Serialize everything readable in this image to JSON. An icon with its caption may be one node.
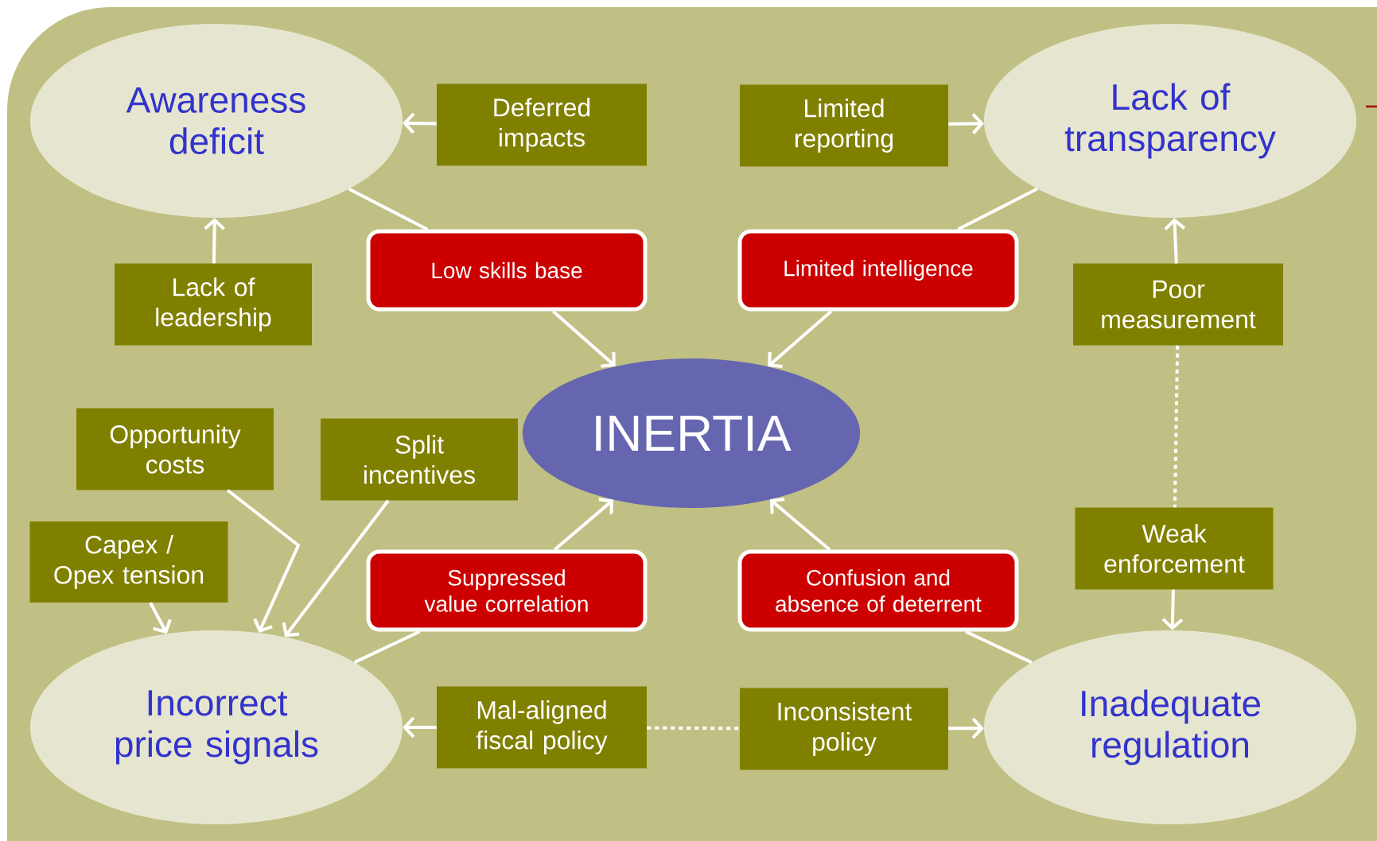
{
  "diagram": {
    "nodes": [
      {
        "text": [
          "Awareness deficit"
        ]
      },
      {
        "text": [
          "Deferred impacts"
        ]
      },
      {
        "text": [
          "Limited reporting"
        ]
      },
      {
        "text": [
          "Lack of transparency"
        ]
      },
      {
        "text": [
          "Lack of leadership"
        ]
      },
      {
        "text": [
          "Low skills base"
        ]
      },
      {
        "text": [
          "Limited intelligence"
        ]
      },
      {
        "text": [
          "Poor measurement"
        ]
      },
      {
        "text": [
          "INERTIA"
        ]
      },
      {
        "text": [
          "Opportunity costs"
        ]
      },
      {
        "text": [
          "Split incentives"
        ]
      },
      {
        "text": [
          "Capex / Opex tension"
        ]
      },
      {
        "text": [
          "Suppressed value correlation"
        ]
      },
      {
        "text": [
          "Confusion and absence of deterrent"
        ]
      },
      {
        "text": [
          "Weak enforcement"
        ]
      },
      {
        "text": [
          "Incorrect price signals"
        ]
      },
      {
        "text": [
          "Mal-aligned fiscal policy"
        ]
      },
      {
        "text": [
          "Inconsistent policy"
        ]
      },
      {
        "text": [
          "Inadequate regulation"
        ]
      }
    ],
    "edges": [
      {
        "from": 1,
        "to": 0,
        "arrow": "to"
      },
      {
        "from": 2,
        "to": 3,
        "arrow": "to"
      },
      {
        "from": 4,
        "to": 0,
        "arrow": "to"
      },
      {
        "from": 7,
        "to": 3,
        "arrow": "to"
      },
      {
        "from": 0,
        "to": 5,
        "arrow": "none"
      },
      {
        "from": 5,
        "to": 8,
        "arrow": "to"
      },
      {
        "from": 3,
        "to": 6,
        "arrow": "none"
      },
      {
        "from": 6,
        "to": 8,
        "arrow": "to"
      },
      {
        "from": 7,
        "to": 14,
        "arrow": "none",
        "style": "dashed"
      },
      {
        "from": 14,
        "to": 18,
        "arrow": "to"
      },
      {
        "from": 15,
        "to": 12,
        "arrow": "none"
      },
      {
        "from": 12,
        "to": 8,
        "arrow": "to"
      },
      {
        "from": 18,
        "to": 13,
        "arrow": "none"
      },
      {
        "from": 13,
        "to": 8,
        "arrow": "to"
      },
      {
        "from": 9,
        "to": 15,
        "arrow": "to"
      },
      {
        "from": 10,
        "to": 15,
        "arrow": "to"
      },
      {
        "from": 11,
        "to": 15,
        "arrow": "to"
      },
      {
        "from": 16,
        "to": 15,
        "arrow": "to"
      },
      {
        "from": 17,
        "to": 18,
        "arrow": "to"
      },
      {
        "from": 16,
        "to": 17,
        "arrow": "none",
        "style": "dashed"
      }
    ]
  }
}
